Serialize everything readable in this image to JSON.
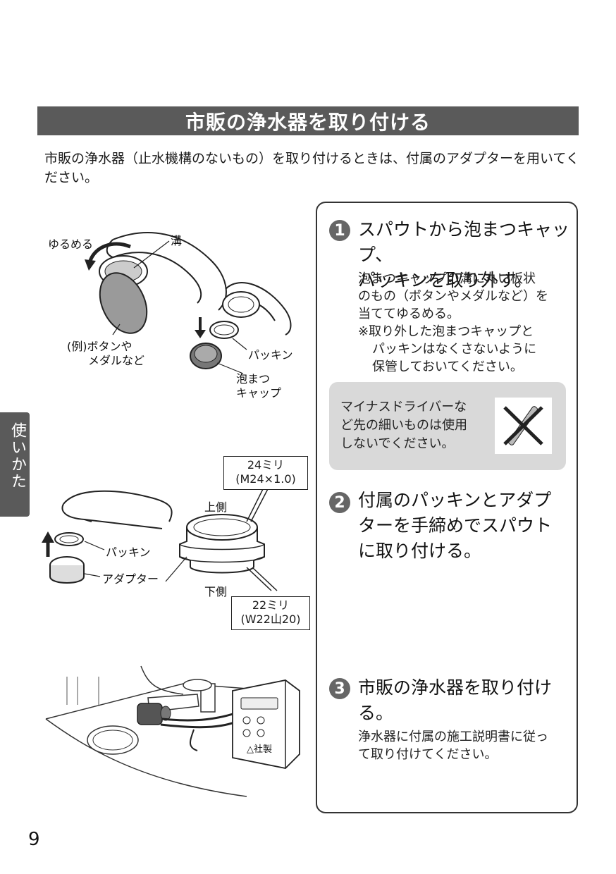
{
  "title": "市販の浄水器を取り付ける",
  "intro": "市販の浄水器（止水機構のないもの）を取り付けるときは、付属のアダプターを用いてください。",
  "side_tab": "使いかた",
  "page_number": "9",
  "figure1": {
    "loosen": "ゆるめる",
    "groove": "溝",
    "example_line1": "(例)ボタンや",
    "example_line2": "メダルなど",
    "packing": "パッキン",
    "cap_line1": "泡まつ",
    "cap_line2": "キャップ"
  },
  "figure2": {
    "top_spec_line1": "24ミリ",
    "top_spec_line2": "(M24×1.0)",
    "upper_side": "上側",
    "lower_side": "下側",
    "bottom_spec_line1": "22ミリ",
    "bottom_spec_line2": "(W22山20)",
    "packing": "パッキン",
    "adapter": "アダプター"
  },
  "figure3": {
    "maker_label": "△社製"
  },
  "steps": [
    {
      "num": "1",
      "title_line1": "スパウトから泡まつキャップ、",
      "title_line2": "パッキンを取り外す。",
      "body_lines": [
        "泡まつキャップの溝に丸い板状",
        "のもの（ボタンやメダルなど）を",
        "当ててゆるめる。"
      ],
      "note_lines": [
        "※取り外した泡まつキャップと",
        "パッキンはなくさないように",
        "保管しておいてください。"
      ]
    },
    {
      "num": "2",
      "title_lines": [
        "付属のパッキンとアダプ",
        "ターを手締めでスパウト",
        "に取り付ける。"
      ]
    },
    {
      "num": "3",
      "title_lines": [
        "市販の浄水器を取り付け",
        "る。"
      ],
      "body_lines": [
        "浄水器に付属の施工説明書に従っ",
        "て取り付けてください。"
      ]
    }
  ],
  "caution": {
    "lines": [
      "マイナスドライバーな",
      "ど先の細いものは使用",
      "しないでください。"
    ]
  },
  "colors": {
    "bar": "#5a5a5a",
    "note_bg": "#d9d9d9",
    "step_circle": "#666666"
  }
}
